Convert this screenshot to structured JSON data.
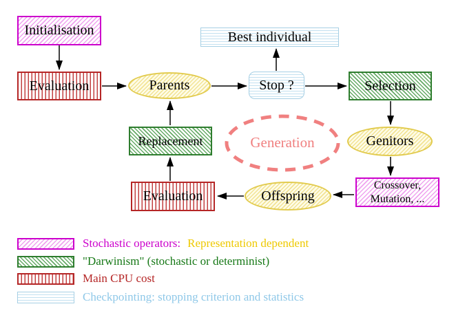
{
  "nodes": {
    "initialisation": {
      "label": "Initialisation"
    },
    "evaluation_top": {
      "label": "Evaluation"
    },
    "parents": {
      "label": "Parents"
    },
    "best_individual": {
      "label": "Best individual"
    },
    "stop": {
      "label": "Stop ?"
    },
    "selection": {
      "label": "Selection"
    },
    "genitors": {
      "label": "Genitors"
    },
    "crossover": {
      "line1": "Crossover,",
      "line2": "Mutation, ..."
    },
    "offspring": {
      "label": "Offspring"
    },
    "evaluation_bottom": {
      "label": "Evaluation"
    },
    "replacement": {
      "label": "Replacement"
    },
    "generation": {
      "label": "Generation"
    }
  },
  "legend": {
    "rows": [
      {
        "swatch": "magenta-diagonal-hatch",
        "label": "Stochastic operators:",
        "label_secondary": "Representation dependent"
      },
      {
        "swatch": "green-diagonal-hatch",
        "label": "\"Darwinism\" (stochastic or determinist)",
        "label_secondary": ""
      },
      {
        "swatch": "red-vertical-lines",
        "label": "Main CPU cost",
        "label_secondary": ""
      },
      {
        "swatch": "cyan-horizontal-lines",
        "label": "Checkpointing: stopping criterion and statistics",
        "label_secondary": ""
      }
    ]
  },
  "colors": {
    "background": "#ffffff",
    "ink": "#000000",
    "magenta": "#cc00cc",
    "magenta_hatch": "#efa3ef",
    "green": "#2e7d2e",
    "green_hatch": "#66aa66",
    "green_text": "#167816",
    "red": "#b52626",
    "red_line": "#c24040",
    "cyan_border": "#a6cfe4",
    "cyan_line": "#c2e0f0",
    "cyan_text": "#8fc8e8",
    "yellow_border": "#e2cb4e",
    "yellow_line": "#f2e394",
    "yellow_bg": "#fefce8",
    "gold_text": "#eec900",
    "coral": "#f08080"
  }
}
